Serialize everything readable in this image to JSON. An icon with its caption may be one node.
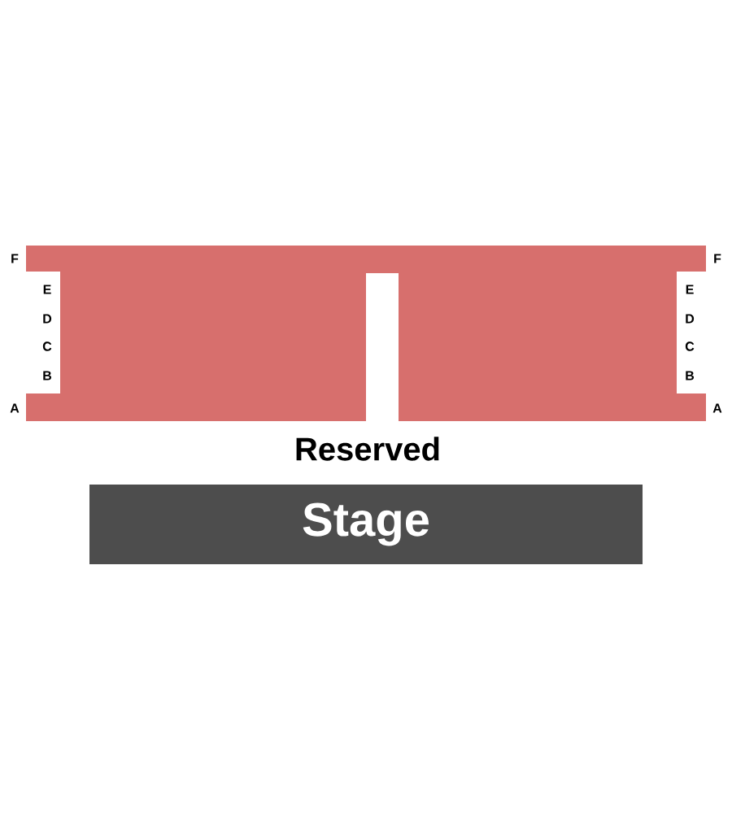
{
  "diagram": {
    "nodes": [
      {
        "text": [
          "Reserved"
        ]
      },
      {
        "text": [
          "Stage"
        ]
      }
    ],
    "labels": [
      "F",
      "F",
      "E",
      "E",
      "D",
      "D",
      "C",
      "C",
      "B",
      "B",
      "A",
      "A"
    ]
  }
}
